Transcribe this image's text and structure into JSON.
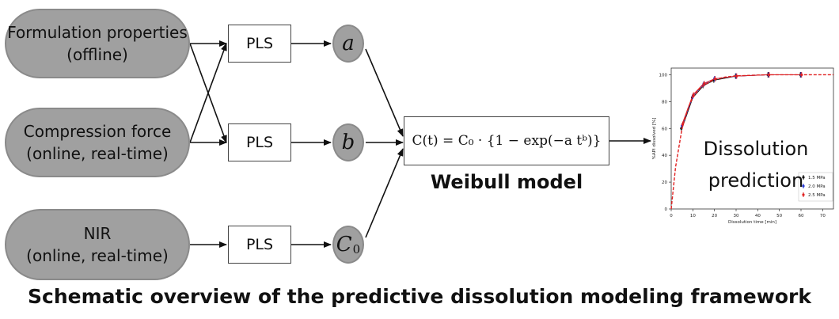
{
  "inputs": [
    {
      "line1": "Formulation properties",
      "line2": "(offline)"
    },
    {
      "line1": "Compression force",
      "line2": "(online, real-time)"
    },
    {
      "line1": "NIR",
      "line2": "(online, real-time)"
    }
  ],
  "pls_label": "PLS",
  "params": {
    "a": "a",
    "b": "b",
    "c0_base": "C",
    "c0_sub": "0"
  },
  "formula": "C(t) = C₀ · {1 − exp(−a tᵇ)}",
  "model_label": "Weibull model",
  "prediction_label": {
    "line1": "Dissolution",
    "line2": "prediction"
  },
  "caption": "Schematic overview of the predictive dissolution modeling framework",
  "chart_data": {
    "type": "line",
    "xlabel": "Dissolution time [min]",
    "ylabel": "%API dissolved [%]",
    "xlim": [
      0,
      75
    ],
    "ylim": [
      0,
      105
    ],
    "xticks": [
      0,
      10,
      20,
      30,
      40,
      50,
      60,
      70
    ],
    "yticks": [
      0,
      20,
      40,
      60,
      80,
      100
    ],
    "series": [
      {
        "name": "1.5 MPa",
        "color": "#111111",
        "x": [
          5,
          10,
          15,
          20,
          30,
          45,
          60
        ],
        "y": [
          60,
          83,
          92,
          96,
          99,
          100,
          100
        ]
      },
      {
        "name": "2.0 MPa",
        "color": "#2a3cd6",
        "x": [
          5,
          10,
          15,
          20,
          30,
          45,
          60
        ],
        "y": [
          62,
          84,
          93,
          97,
          99,
          100,
          100
        ]
      },
      {
        "name": "2.5 MPa",
        "color": "#e02020",
        "x": [
          5,
          10,
          15,
          20,
          30,
          45,
          60
        ],
        "y": [
          63,
          85,
          93.5,
          97,
          99,
          100,
          100
        ]
      }
    ],
    "fit_curve": {
      "color": "#e02020",
      "style": "dashed",
      "x": [
        0,
        2,
        5,
        8,
        10,
        13,
        15,
        18,
        20,
        25,
        30,
        40,
        45,
        60,
        75
      ],
      "y": [
        0,
        31,
        60,
        76,
        83,
        89.5,
        92,
        95,
        96.5,
        98.3,
        99.2,
        99.8,
        100,
        100,
        100
      ]
    },
    "legend_position": "lower-right"
  }
}
